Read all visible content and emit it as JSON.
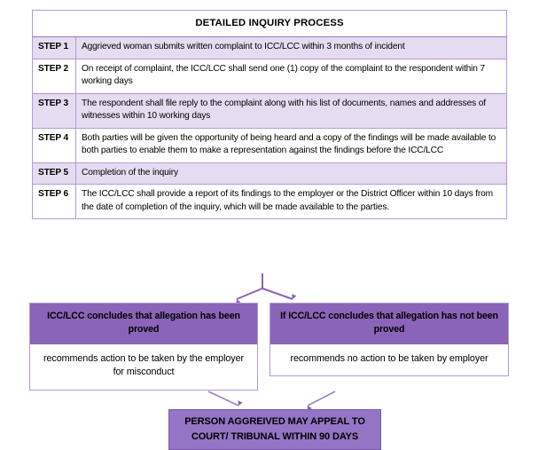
{
  "diagram": {
    "title": "DETAILED INQUIRY PROCESS",
    "accent_purple": "#8a64b8",
    "row_shade": "#e6dcf1",
    "border_color": "#b49ad6",
    "steps": [
      {
        "label": "STEP 1",
        "text": "Aggrieved woman submits written complaint to ICC/LCC within 3 months of incident"
      },
      {
        "label": "STEP 2",
        "text": "On receipt of complaint, the ICC/LCC shall send one (1) copy of the complaint to the respondent within 7 working days"
      },
      {
        "label": "STEP 3",
        "text": "The respondent shall file reply to the complaint along with his list of documents, names and addresses of witnesses within 10 working days"
      },
      {
        "label": "STEP 4",
        "text": "Both parties will be given the opportunity of being heard and a copy of the findings will be made available to both parties to enable them to make a representation against the findings before the ICC/LCC"
      },
      {
        "label": "STEP 5",
        "text": "Completion of the inquiry"
      },
      {
        "label": "STEP 6",
        "text": "The ICC/LCC shall provide a report of its findings to the employer or the District Officer within 10 days from the date of completion of the inquiry, which will be made available to the parties."
      }
    ],
    "outcomes": [
      {
        "heading": "ICC/LCC concludes that allegation has been proved",
        "body": "recommends action to be taken by the employer for misconduct"
      },
      {
        "heading": "If ICC/LCC concludes that allegation has not been proved",
        "body": "recommends no action to be taken by employer"
      }
    ],
    "appeal": "PERSON AGGREIVED MAY APPEAL TO COURT/ TRIBUNAL WITHIN 90 DAYS"
  }
}
